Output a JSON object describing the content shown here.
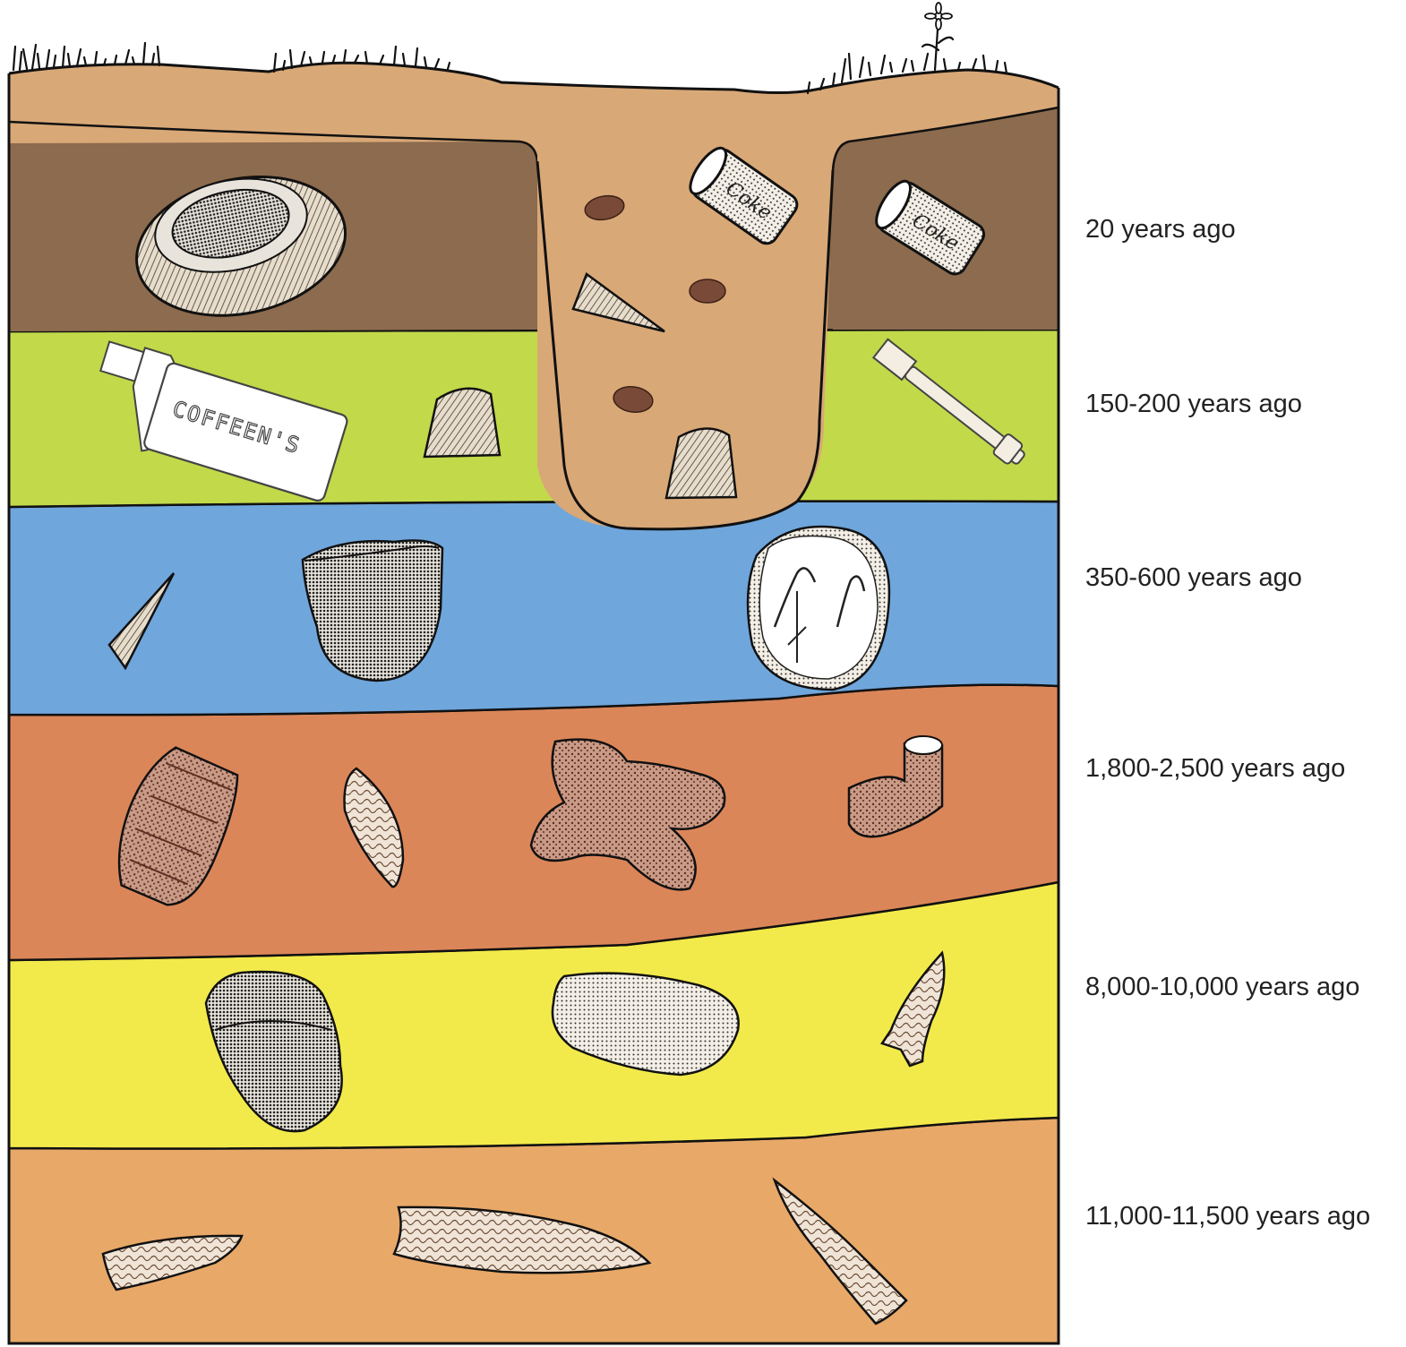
{
  "layers": [
    {
      "id": "layer-20",
      "label": "20 years ago",
      "color": "#8c6b4e"
    },
    {
      "id": "layer-150",
      "label": "150-200 years ago",
      "color": "#c2d94a"
    },
    {
      "id": "layer-350",
      "label": "350-600 years ago",
      "color": "#6fa6dc"
    },
    {
      "id": "layer-1800",
      "label": "1,800-2,500 years ago",
      "color": "#db8659"
    },
    {
      "id": "layer-8000",
      "label": "8,000-10,000 years ago",
      "color": "#f2ea4a"
    },
    {
      "id": "layer-11000",
      "label": "11,000-11,500 years ago",
      "color": "#e8a868"
    }
  ],
  "topsoil_color": "#d9a877",
  "pit_color": "#d9a877",
  "artifacts": {
    "can_label": "Coke",
    "bottle_label": "COFFEEN'S"
  }
}
